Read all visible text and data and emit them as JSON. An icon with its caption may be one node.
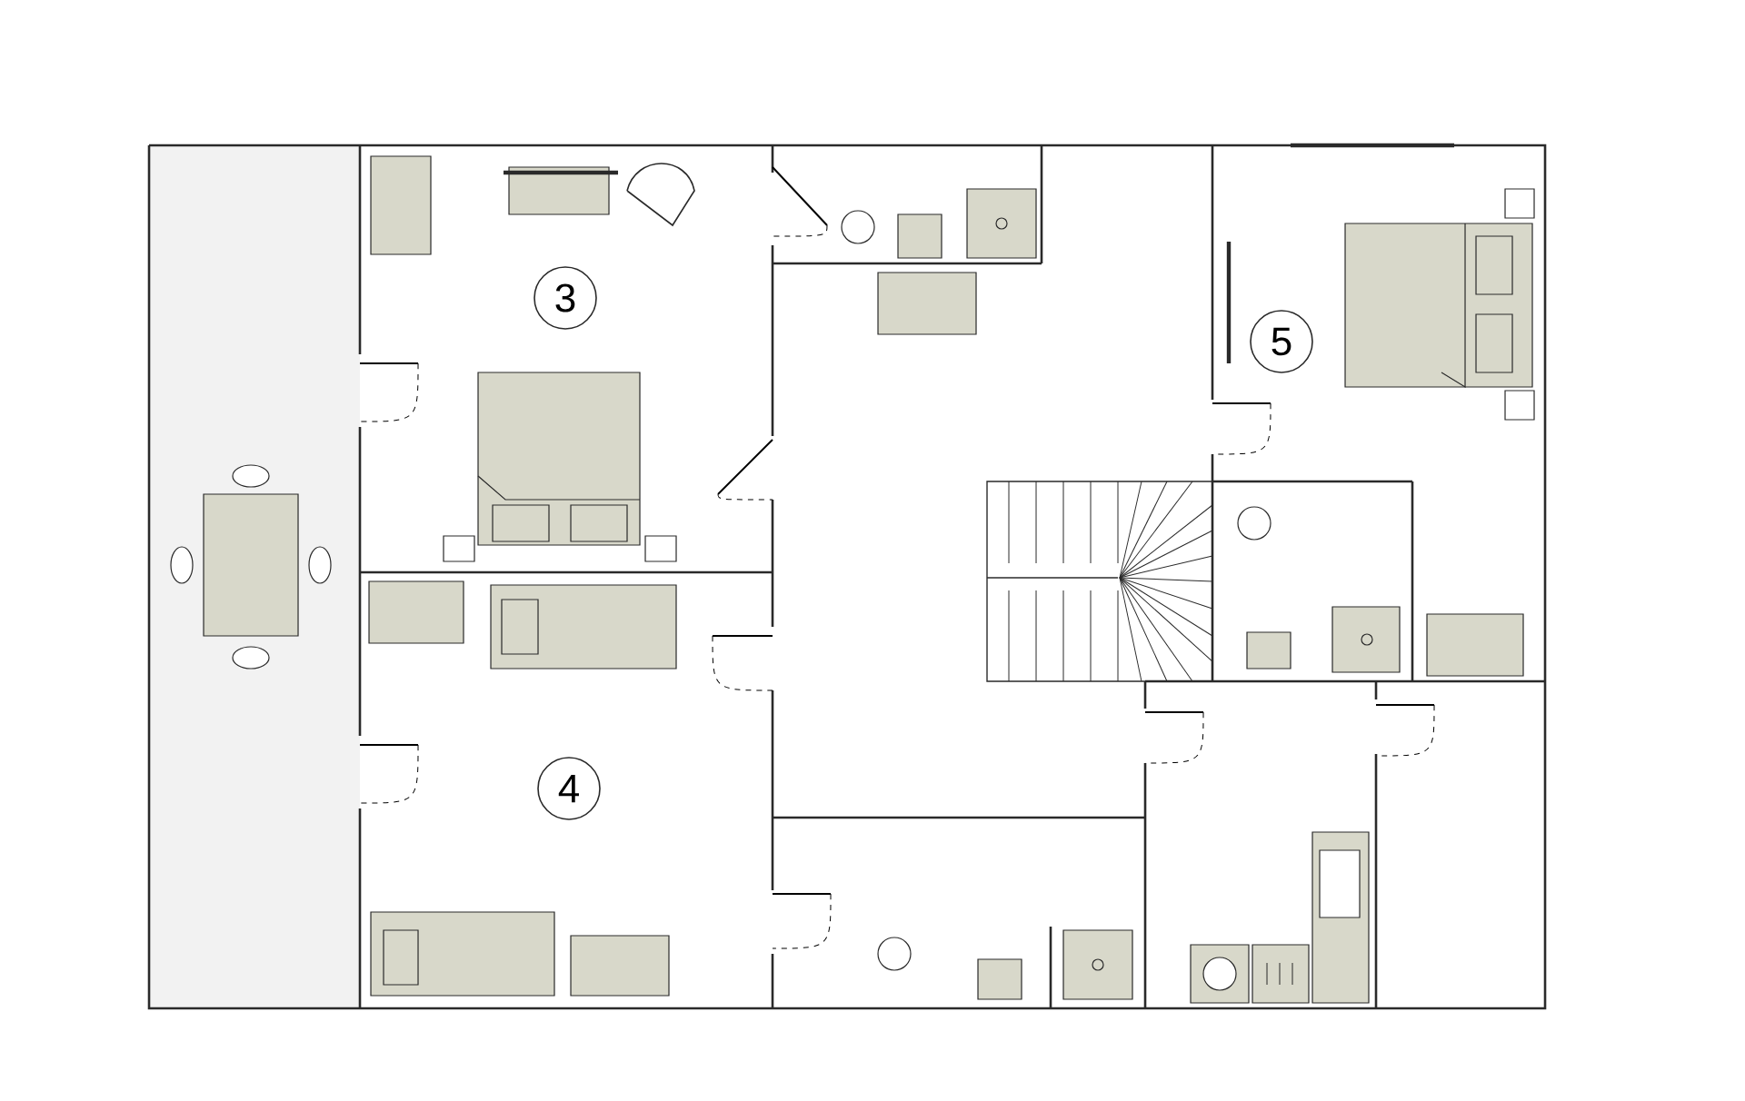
{
  "diagram": {
    "nodes": [
      {
        "text": [
          "3"
        ]
      },
      {
        "text": [
          "4"
        ]
      },
      {
        "text": [
          "5"
        ]
      }
    ]
  }
}
